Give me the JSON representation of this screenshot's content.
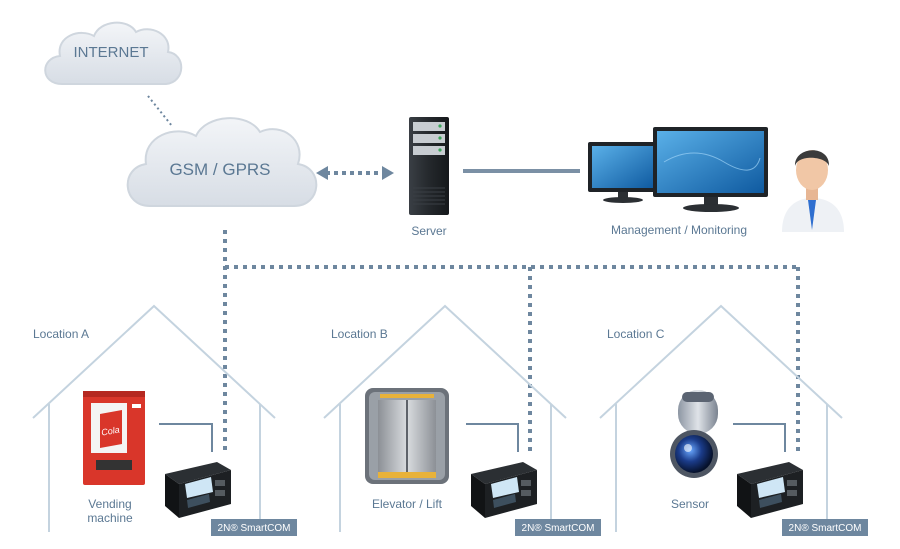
{
  "clouds": {
    "internet": "INTERNET",
    "gsm": "GSM / GPRS"
  },
  "server": {
    "label": "Server"
  },
  "management": {
    "label": "Management / Monitoring"
  },
  "locations": [
    {
      "title": "Location A",
      "device_label": "Vending",
      "device_label_2": "machine",
      "badge": "2N® SmartCOM"
    },
    {
      "title": "Location B",
      "device_label": "Elevator / Lift",
      "badge": "2N® SmartCOM"
    },
    {
      "title": "Location C",
      "device_label": "Sensor",
      "badge": "2N® SmartCOM"
    }
  ],
  "vending": {
    "logo_text": "Cola"
  },
  "colors": {
    "dotted_link": "#6e879f",
    "house_outline": "#c4d3df",
    "cloud": "#e3e8ee",
    "label": "#5b7893",
    "badge_bg": "#6e879f",
    "vending_red": "#d9362a"
  }
}
